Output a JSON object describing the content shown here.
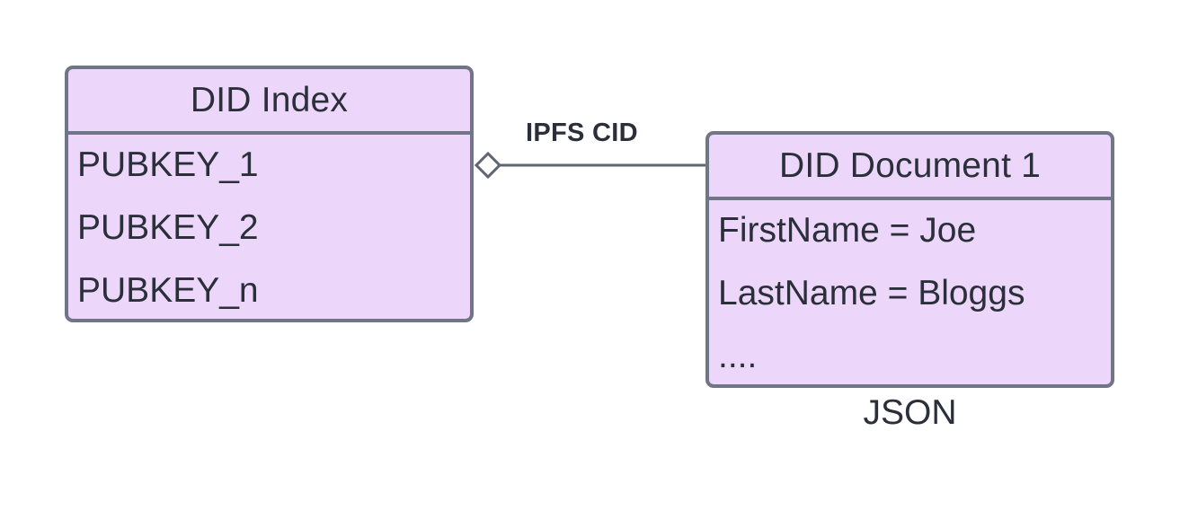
{
  "colors": {
    "box_fill": "#ecd7fb",
    "box_border": "#707685",
    "text": "#2b2f3a",
    "connector": "#5f6470"
  },
  "did_index": {
    "title": "DID Index",
    "rows": [
      "PUBKEY_1",
      "PUBKEY_2",
      "PUBKEY_n"
    ]
  },
  "did_document": {
    "title": "DID Document 1",
    "rows": [
      "FirstName = Joe",
      "LastName = Bloggs",
      "...."
    ],
    "caption": "JSON"
  },
  "relation": {
    "label": "IPFS CID",
    "type": "aggregation"
  }
}
